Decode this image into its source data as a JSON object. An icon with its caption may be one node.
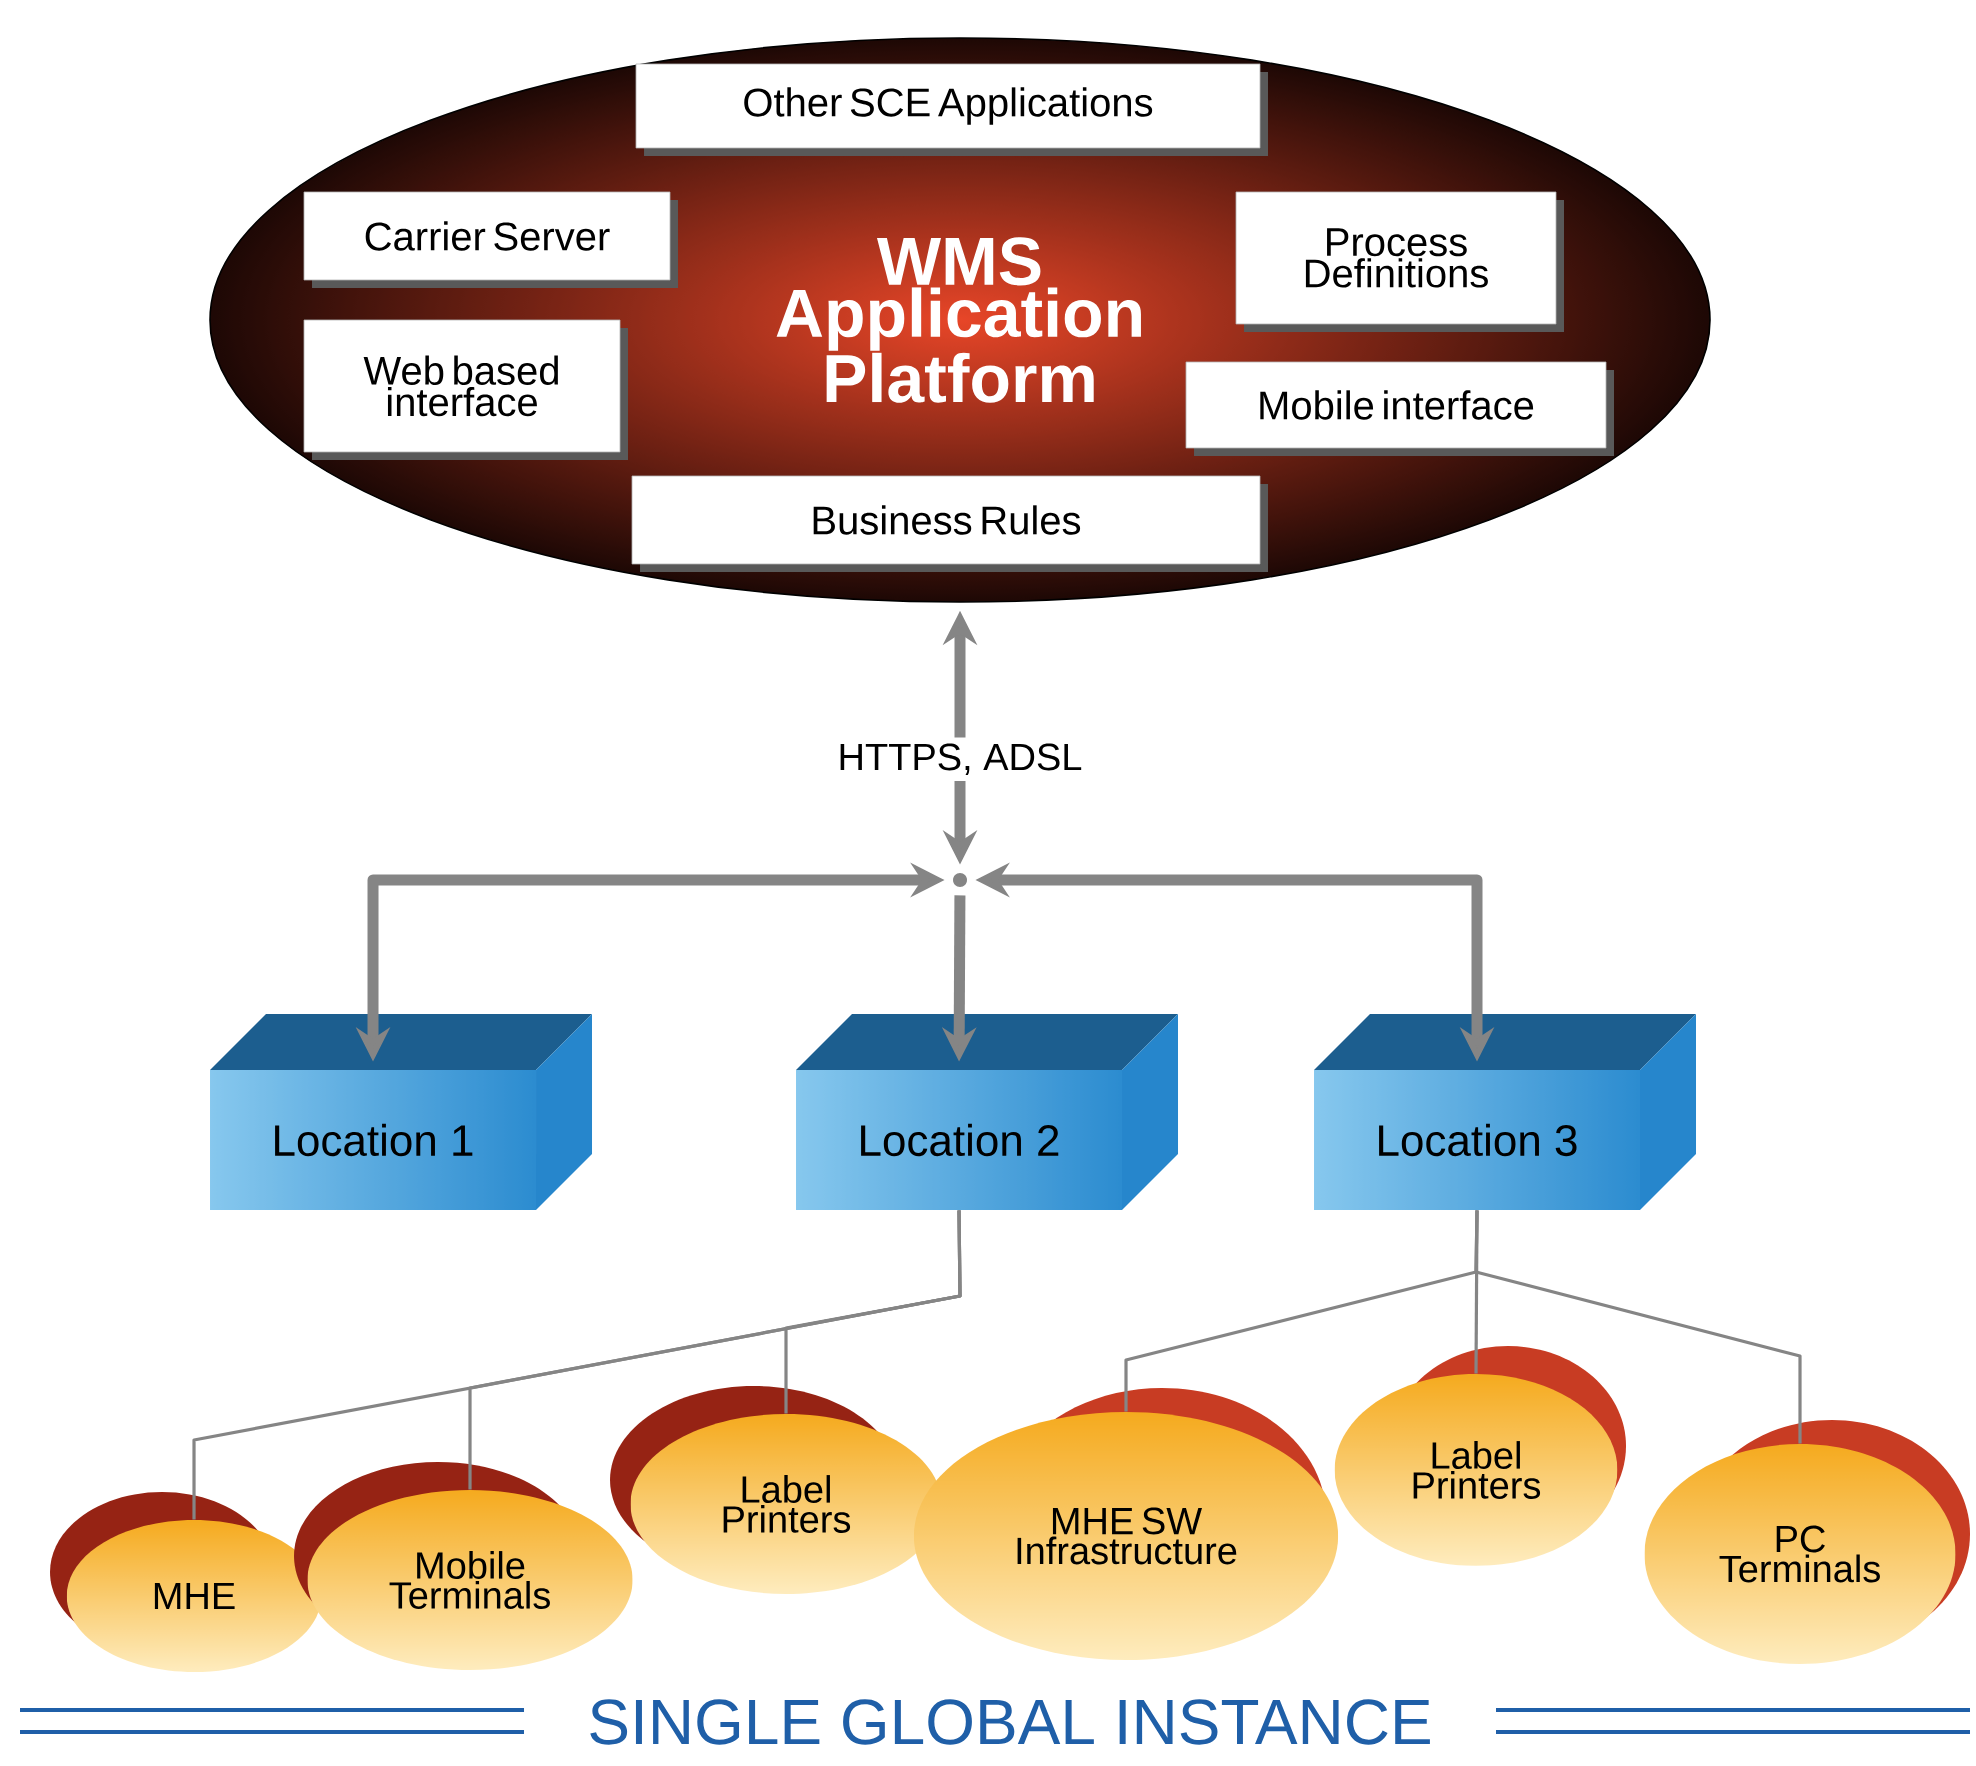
{
  "diagram": {
    "caption": "SINGLE GLOBAL INSTANCE",
    "nodes": [
      {
        "text": [
          "WMS Application Platform"
        ]
      },
      {
        "text": [
          "Other SCE Applications"
        ],
        "in": 0
      },
      {
        "text": [
          "Carrier Server"
        ],
        "in": 0
      },
      {
        "text": [
          "Process Definitions"
        ],
        "in": 0
      },
      {
        "text": [
          "Web based interface"
        ],
        "in": 0
      },
      {
        "text": [
          "Mobile interface"
        ],
        "in": 0
      },
      {
        "text": [
          "Business Rules"
        ],
        "in": 0
      },
      {
        "text": [],
        "shape": "point"
      },
      {
        "text": [
          "Location 1"
        ]
      },
      {
        "text": [
          "Location 2"
        ]
      },
      {
        "text": [
          "Location 3"
        ]
      },
      {
        "text": [
          "MHE"
        ]
      },
      {
        "text": [
          "Mobile Terminals"
        ]
      },
      {
        "text": [
          "Label Printers"
        ]
      },
      {
        "text": [
          "MHE SW Infrastructure"
        ]
      },
      {
        "text": [
          "Label Printers"
        ]
      },
      {
        "text": [
          "PC Terminals"
        ]
      }
    ],
    "edges": [
      {
        "from": 7,
        "to": 0,
        "arrow": "both",
        "label": "HTTPS, ADSL",
        "style": "thick"
      },
      {
        "from": 8,
        "to": 7,
        "arrow": "both",
        "style": "thick"
      },
      {
        "from": 7,
        "to": 9,
        "arrow": "to",
        "style": "thick"
      },
      {
        "from": 10,
        "to": 7,
        "arrow": "both",
        "style": "thick"
      },
      {
        "from": 9,
        "to": 11,
        "arrow": "none"
      },
      {
        "from": 9,
        "to": 12,
        "arrow": "none"
      },
      {
        "from": 9,
        "to": 13,
        "arrow": "none"
      },
      {
        "from": 10,
        "to": 14,
        "arrow": "none"
      },
      {
        "from": 10,
        "to": 15,
        "arrow": "none"
      },
      {
        "from": 10,
        "to": 16,
        "arrow": "none"
      }
    ]
  }
}
